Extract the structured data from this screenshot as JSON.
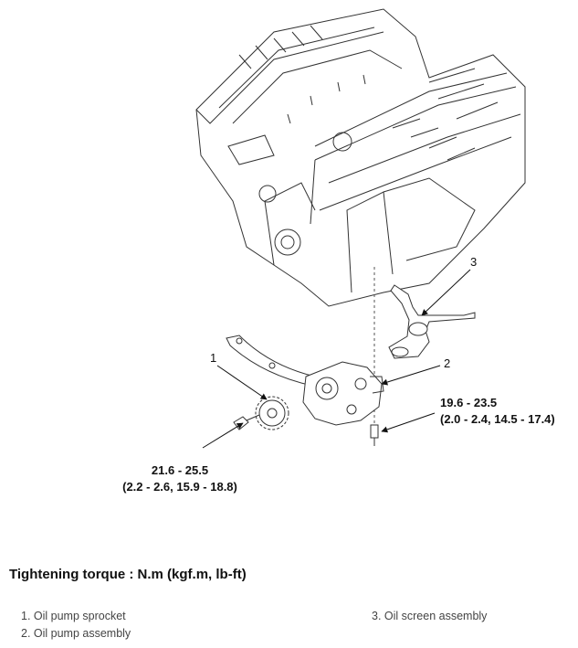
{
  "diagram": {
    "callouts": {
      "c1": "1",
      "c2": "2",
      "c3": "3"
    },
    "torque_specs": {
      "sprocket_bolt": {
        "nm": "21.6 - 25.5",
        "alt": "(2.2 - 2.6, 15.9 - 18.8)"
      },
      "screen_bolt": {
        "nm": "19.6 - 23.5",
        "alt": "(2.0 - 2.4, 14.5 - 17.4)"
      }
    }
  },
  "heading": "Tightening torque : N.m (kgf.m, lb-ft)",
  "legend": [
    {
      "text": "1. Oil pump sprocket"
    },
    {
      "text": "2. Oil pump assembly"
    },
    {
      "text": "3. Oil screen assembly"
    }
  ]
}
